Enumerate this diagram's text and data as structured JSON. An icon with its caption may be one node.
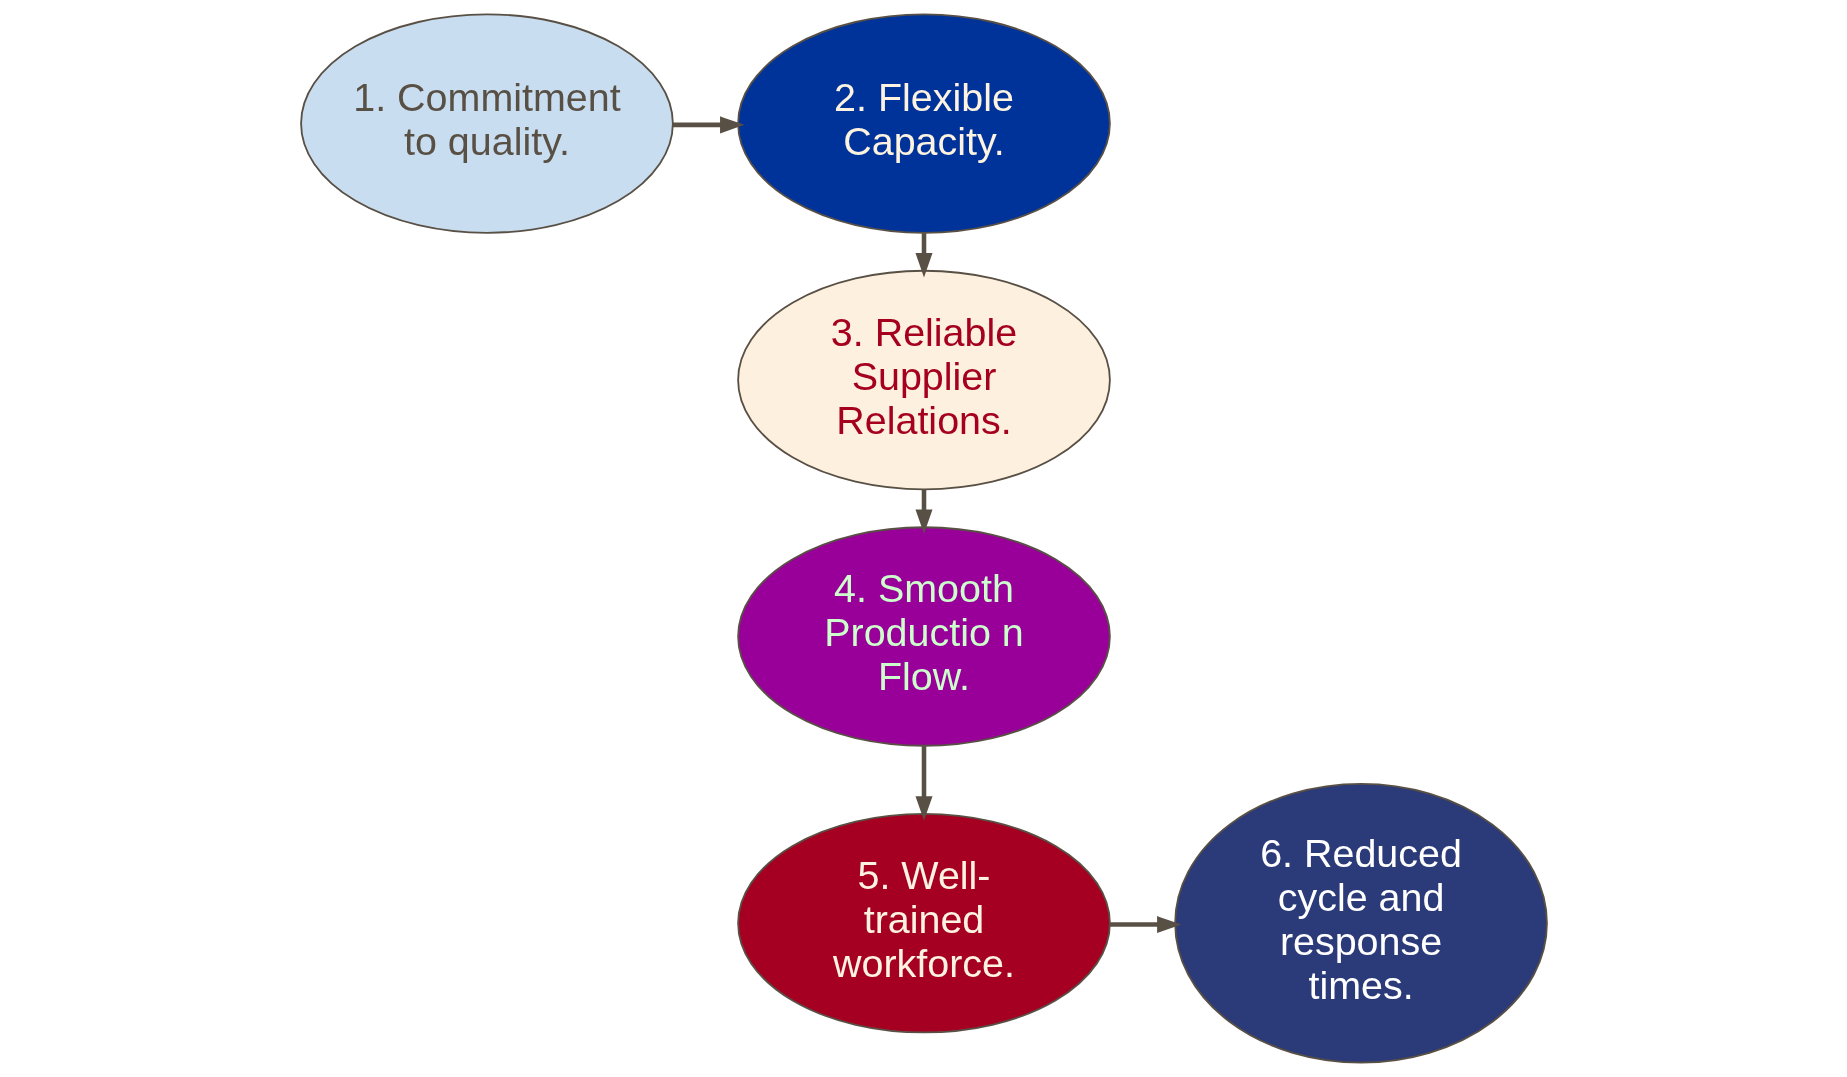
{
  "diagram": {
    "nodes": [
      {
        "text": [
          "1. Commitment to quality."
        ]
      },
      {
        "text": [
          "2. Flexible Capacity."
        ]
      },
      {
        "text": [
          "3. Reliable Supplier Relations."
        ]
      },
      {
        "text": [
          "4. Smooth Productio n Flow."
        ]
      },
      {
        "text": [
          "5. Well- trained workforce."
        ]
      },
      {
        "text": [
          "6. Reduced cycle and response times."
        ]
      }
    ],
    "edges": [
      {
        "from": 0,
        "to": 1,
        "arrow": "to"
      },
      {
        "from": 1,
        "to": 2,
        "arrow": "to"
      },
      {
        "from": 2,
        "to": 3,
        "arrow": "to"
      },
      {
        "from": 3,
        "to": 4,
        "arrow": "to"
      },
      {
        "from": 4,
        "to": 5,
        "arrow": "to"
      }
    ]
  }
}
